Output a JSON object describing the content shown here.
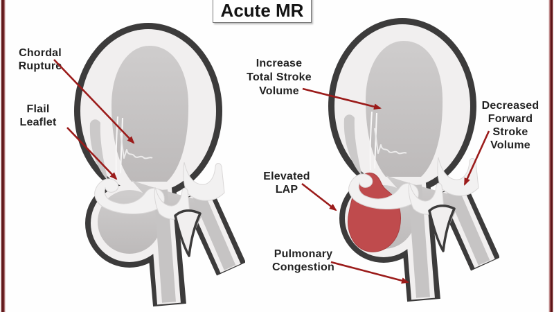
{
  "title": "Acute MR",
  "labels": {
    "chordal_rupture": "Chordal\nRupture",
    "flail_leaflet": "Flail\nLeaflet",
    "increase_tsv": "Increase\nTotal Stroke\nVolume",
    "decreased_fsv": "Decreased\nForward\nStroke\nVolume",
    "elevated_lap": "Elevated\nLAP",
    "pulmonary_congestion": "Pulmonary\nCongestion"
  },
  "figures": {
    "left_icon": "heart-cross-section-icon",
    "right_icon": "heart-cross-section-regurgitation-icon"
  },
  "colors": {
    "arrow": "#9b1b1a",
    "side_border": "#5f1317",
    "heart_outline": "#3c3b3b",
    "heart_muscle": "#f1efef",
    "heart_chamber": "#c7c5c5",
    "regurgitant_blood": "#bf4b4d",
    "text": "#222222",
    "background": "#fefefe"
  }
}
